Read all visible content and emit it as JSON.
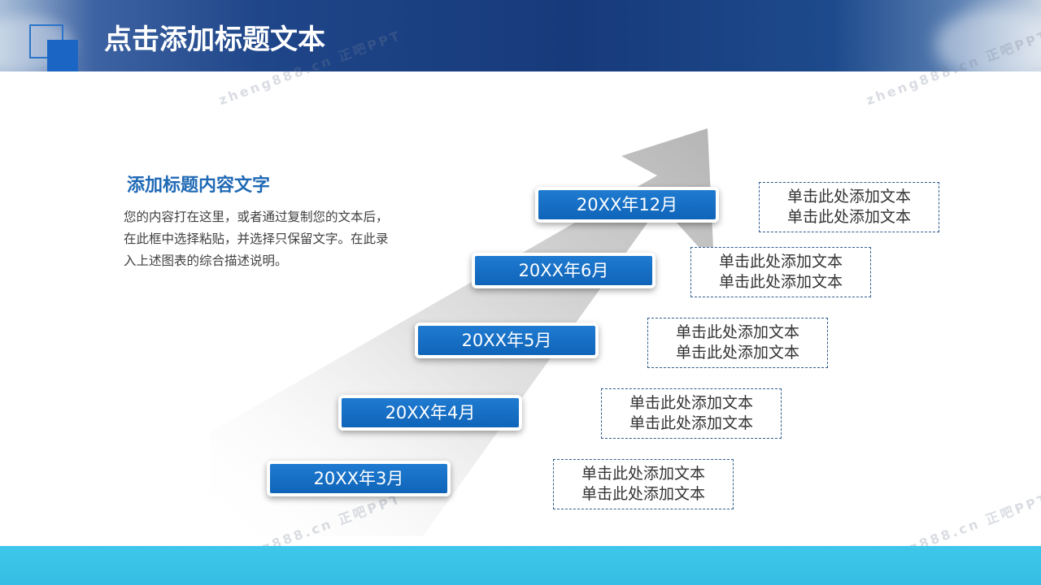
{
  "header": {
    "title": "点击添加标题文本"
  },
  "watermark": {
    "text": "zheng888.cn 正吧PPT"
  },
  "section": {
    "heading": "添加标题内容文字",
    "body": "您的内容打在这里，或者通过复制您的文本后，在此框中选择粘贴，并选择只保留文字。在此录入上述图表的综合描述说明。"
  },
  "timeline": [
    {
      "date": "20XX年3月",
      "line1": "单击此处添加文本",
      "line2": "单击此处添加文本"
    },
    {
      "date": "20XX年4月",
      "line1": "单击此处添加文本",
      "line2": "单击此处添加文本"
    },
    {
      "date": "20XX年5月",
      "line1": "单击此处添加文本",
      "line2": "单击此处添加文本"
    },
    {
      "date": "20XX年6月",
      "line1": "单击此处添加文本",
      "line2": "单击此处添加文本"
    },
    {
      "date": "20XX年12月",
      "line1": "单击此处添加文本",
      "line2": "单击此处添加文本"
    }
  ],
  "colors": {
    "accent": "#1f69b5",
    "button": "#1468bd",
    "header": "#1a3f80",
    "footer": "#3cc4e8"
  }
}
